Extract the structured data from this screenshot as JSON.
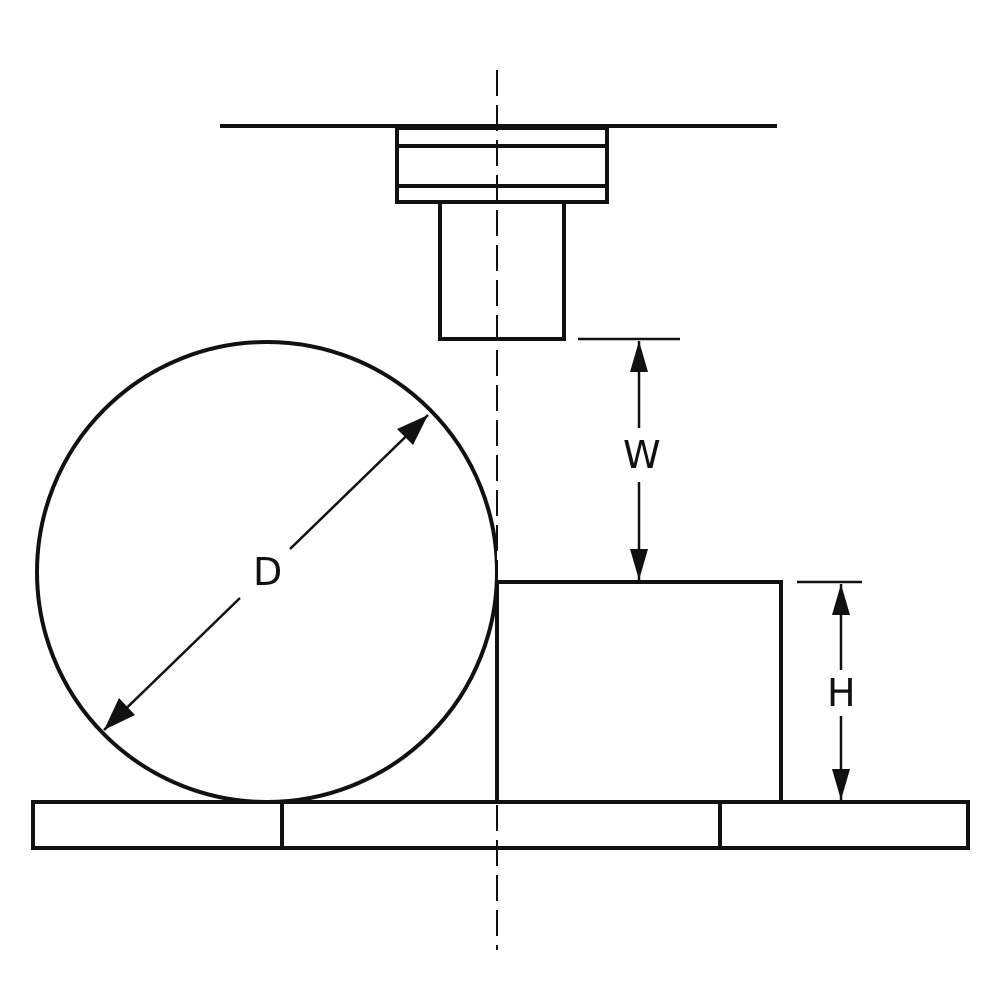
{
  "labels": {
    "diameter": "D",
    "gap": "W",
    "height": "H"
  },
  "colors": {
    "line": "#111111",
    "background": "#ffffff"
  }
}
